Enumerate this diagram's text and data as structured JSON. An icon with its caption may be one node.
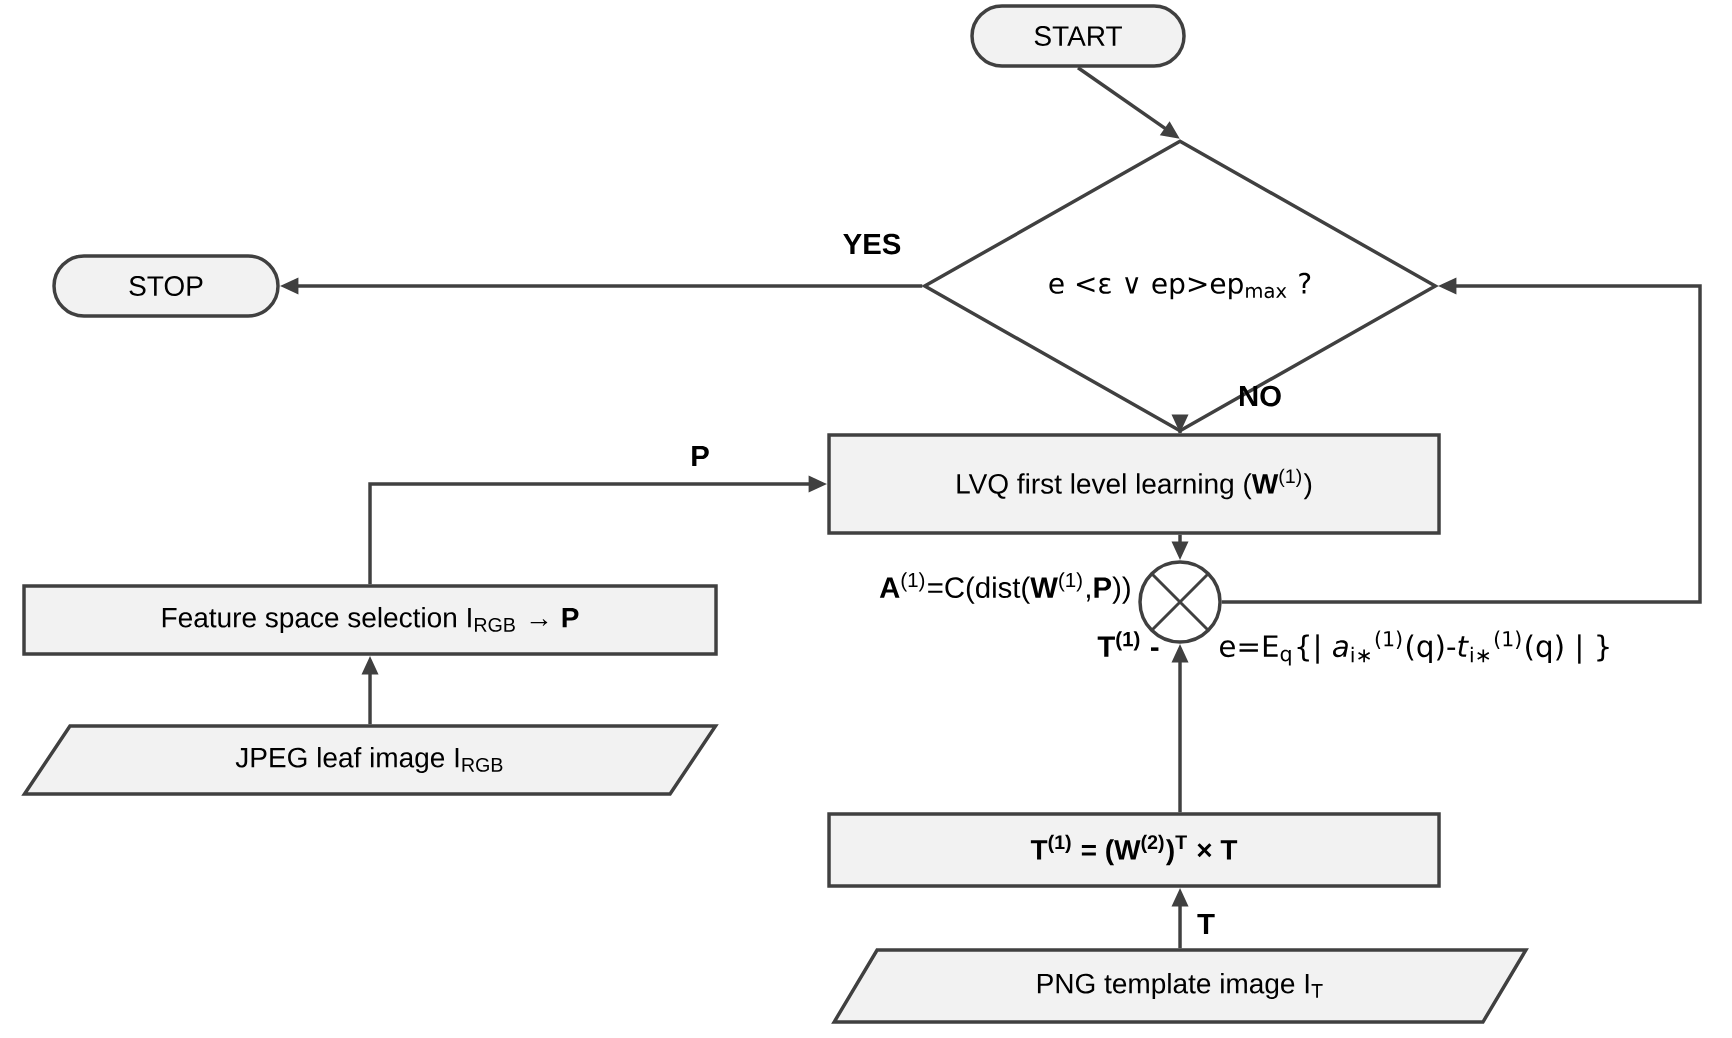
{
  "diagram": {
    "nodes": [
      {
        "text": [
          "START"
        ]
      },
      {
        "text": [
          "e <ε ∨ ep>ep$_{max}$ ?"
        ]
      },
      {
        "text": [
          "STOP"
        ]
      },
      {
        "text": [
          "LVQ first level learning (**W**$^{(1)}$)"
        ]
      },
      {
        "text": [
          "Feature space selection I$_{RGB}$ → **P**"
        ]
      },
      {
        "text": [
          "JPEG leaf image I$_{RGB}$"
        ]
      },
      {
        "text": [],
        "shape": "circle"
      },
      {
        "text": [
          "T$^{(1)}$ = (W$^{(2)}$)$^{T}$ × T"
        ]
      },
      {
        "text": [
          "PNG template image I$_{T}$"
        ]
      }
    ],
    "edges": [
      {
        "from": 0,
        "to": 1,
        "arrow": "to"
      },
      {
        "from": 1,
        "to": 2,
        "arrow": "to",
        "label": "YES"
      },
      {
        "from": 1,
        "to": 3,
        "arrow": "to",
        "label": "NO"
      },
      {
        "from": 5,
        "to": 4,
        "arrow": "to"
      },
      {
        "from": 4,
        "to": 3,
        "arrow": "to",
        "label": "P"
      },
      {
        "from": 3,
        "to": 6,
        "arrow": "to",
        "label": "**A**$^{(1)}$=C(dist(**W**$^{(1)}$,**P**))"
      },
      {
        "from": 7,
        "to": 6,
        "arrow": "to",
        "label": "T$^{(1)}$ -"
      },
      {
        "from": 8,
        "to": 7,
        "arrow": "to",
        "label": "T"
      },
      {
        "from": 6,
        "to": 1,
        "arrow": "to",
        "label": "e=E$_{q}${| *a*$_{i∗}$$^{(1)}$(q)-*t*$_{i∗}$$^{(1)}$(q) | }"
      }
    ]
  }
}
